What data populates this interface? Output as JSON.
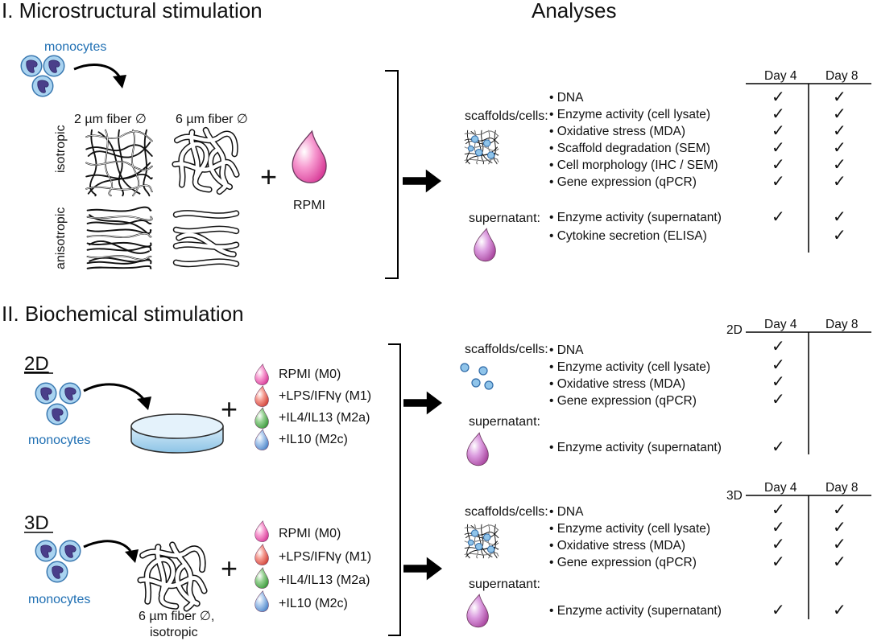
{
  "section1": {
    "title": "I. Microstructural stimulation",
    "analyses_title": "Analyses",
    "monocytes": "monocytes",
    "fiber_2um": "2 µm fiber ∅",
    "fiber_6um": "6 µm fiber ∅",
    "isotropic": "isotropic",
    "anisotropic": "anisotropic",
    "plus": "+",
    "medium": "RPMI",
    "scaffolds_label": "scaffolds/cells:",
    "supernatant_label": "supernatant:",
    "days": [
      "Day 4",
      "Day 8"
    ],
    "rows": [
      {
        "label": "• DNA",
        "day4": "✓",
        "day8": "✓"
      },
      {
        "label": "• Enzyme activity (cell lysate)",
        "day4": "✓",
        "day8": "✓"
      },
      {
        "label": "• Oxidative stress (MDA)",
        "day4": "✓",
        "day8": "✓"
      },
      {
        "label": "• Scaffold degradation (SEM)",
        "day4": "✓",
        "day8": "✓"
      },
      {
        "label": "• Cell morphology (IHC / SEM)",
        "day4": "✓",
        "day8": "✓"
      },
      {
        "label": "• Gene expression (qPCR)",
        "day4": "✓",
        "day8": "✓"
      },
      {
        "label": "• Enzyme activity (supernatant)",
        "day4": "✓",
        "day8": "✓"
      },
      {
        "label": "• Cytokine secretion (ELISA)",
        "day4": "",
        "day8": "✓"
      }
    ]
  },
  "section2": {
    "title": "II. Biochemical stimulation",
    "plus": "+",
    "media": [
      "RPMI (M0)",
      "+LPS/IFNγ (M1)",
      "+IL4/IL13 (M2a)",
      "+IL10 (M2c)"
    ],
    "media_colors": [
      "#f06bb5",
      "#ef6a5f",
      "#5cb05c",
      "#74a6dc"
    ],
    "panel2d": {
      "label": "2D",
      "monocytes": "monocytes",
      "table_label": "2D",
      "scaffolds_label": "scaffolds/cells:",
      "supernatant_label": "supernatant:",
      "days": [
        "Day 4",
        "Day 8"
      ],
      "rows": [
        {
          "label": "• DNA",
          "day4": "✓",
          "day8": ""
        },
        {
          "label": "• Enzyme activity (cell lysate)",
          "day4": "✓",
          "day8": ""
        },
        {
          "label": "• Oxidative stress (MDA)",
          "day4": "✓",
          "day8": ""
        },
        {
          "label": "• Gene expression (qPCR)",
          "day4": "✓",
          "day8": ""
        },
        {
          "label": "• Enzyme activity (supernatant)",
          "day4": "✓",
          "day8": ""
        }
      ]
    },
    "panel3d": {
      "label": "3D",
      "monocytes": "monocytes",
      "fiber_label_1": "6 µm fiber ∅,",
      "fiber_label_2": "isotropic",
      "table_label": "3D",
      "scaffolds_label": "scaffolds/cells:",
      "supernatant_label": "supernatant:",
      "days": [
        "Day 4",
        "Day 8"
      ],
      "rows": [
        {
          "label": "• DNA",
          "day4": "✓",
          "day8": "✓"
        },
        {
          "label": "• Enzyme activity (cell lysate)",
          "day4": "✓",
          "day8": "✓"
        },
        {
          "label": "• Oxidative stress (MDA)",
          "day4": "✓",
          "day8": "✓"
        },
        {
          "label": "• Gene expression (qPCR)",
          "day4": "✓",
          "day8": "✓"
        },
        {
          "label": "• Enzyme activity (supernatant)",
          "day4": "✓",
          "day8": "✓"
        }
      ]
    }
  },
  "colors": {
    "cell_fill": "#a9d3f0",
    "cell_nucleus": "#4a3f8a",
    "label_blue": "#1f6fb3",
    "rpmi_pink": "#f06bb5",
    "supernatant_purple": "#c66bc9"
  }
}
